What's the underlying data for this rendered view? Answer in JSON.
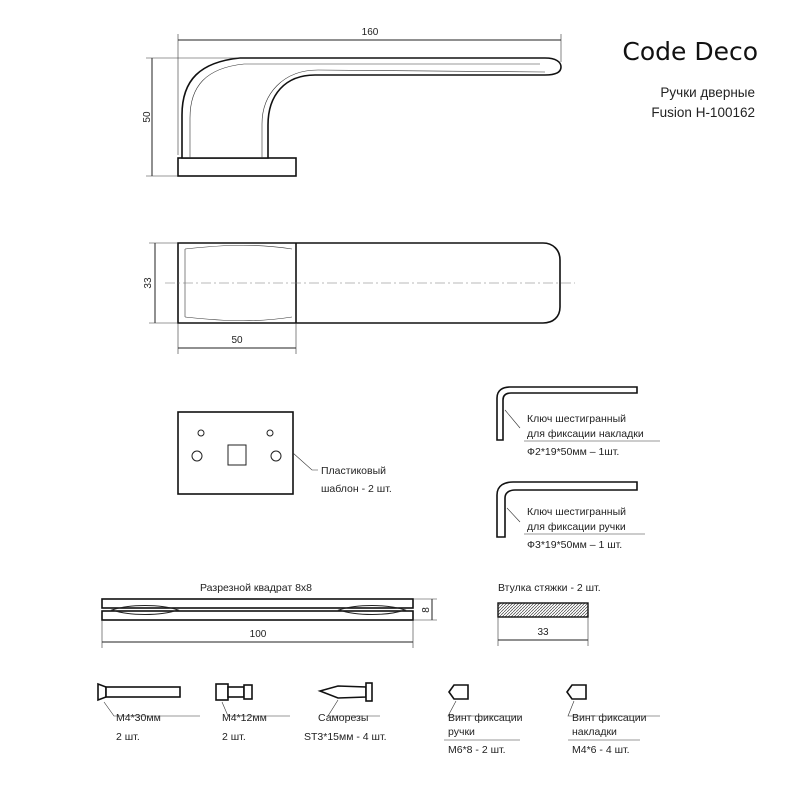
{
  "header": {
    "brand": "Code Deco",
    "subtitle_line1": "Ручки дверные",
    "subtitle_line2": "Fusion H-100162"
  },
  "dimensions": {
    "handle_length": "160",
    "handle_height": "50",
    "handle_width": "33",
    "rosette_width": "50",
    "square_size": "8",
    "square_length": "100",
    "sleeve_length": "33"
  },
  "parts": {
    "template_label_1": "Пластиковый",
    "template_label_2": "шаблон - 2 шт.",
    "key1_line1": "Ключ шестигранный",
    "key1_line2": "для фиксации накладки",
    "key1_line3": "Ф2*19*50мм – 1шт.",
    "key2_line1": "Ключ шестигранный",
    "key2_line2": "для фиксации ручки",
    "key2_line3": "Ф3*19*50мм – 1 шт.",
    "square_title": "Разрезной квадрат 8x8",
    "sleeve_title": "Втулка стяжки - 2 шт."
  },
  "fasteners": [
    {
      "name": "M4*30мм",
      "qty": "2 шт."
    },
    {
      "name": "M4*12мм",
      "qty": "2 шт."
    },
    {
      "name": "Саморезы",
      "qty": "ST3*15мм - 4 шт."
    },
    {
      "name": "Винт фиксации",
      "name2": "ручки",
      "qty": "M6*8 - 2 шт."
    },
    {
      "name": "Винт фиксации",
      "name2": "накладки",
      "qty": "M4*6 - 4 шт."
    }
  ]
}
